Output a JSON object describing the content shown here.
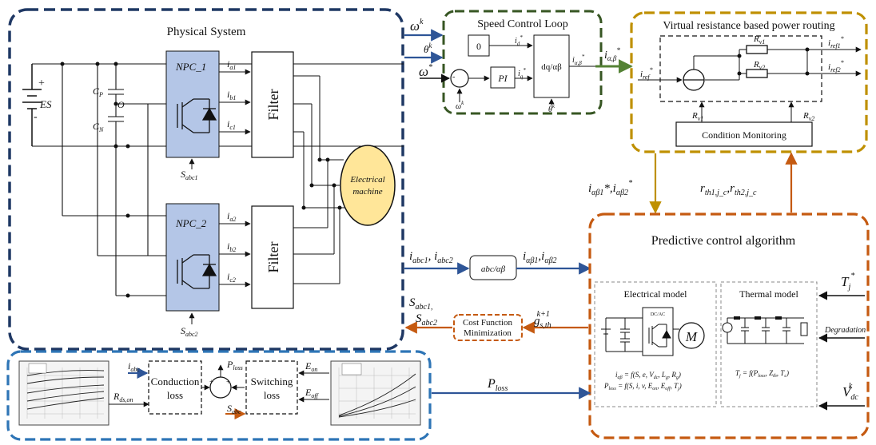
{
  "physical": {
    "title": "Physical System",
    "es": "ES",
    "plus": "+",
    "minus": "-",
    "cp": "C",
    "cp_sub": "P",
    "o": "O",
    "cn": "C",
    "cn_sub": "N",
    "npc1": "NPC_1",
    "npc2": "NPC_2",
    "filter1": "Filter",
    "filter2": "Filter",
    "machine1": "Electrical",
    "machine2": "machine",
    "ia1": "i",
    "ia1_sub": "a1",
    "ib1": "i",
    "ib1_sub": "b1",
    "ic1": "i",
    "ic1_sub": "c1",
    "ia2": "i",
    "ia2_sub": "a2",
    "ib2": "i",
    "ib2_sub": "b2",
    "ic2": "i",
    "ic2_sub": "c2",
    "sabc1": "S",
    "sabc1_sub": "abc1",
    "sabc2": "S",
    "sabc2_sub": "abc2"
  },
  "speed": {
    "title": "Speed Control Loop",
    "zero": "0",
    "pi": "PI",
    "dq": "dq/αβ",
    "in_omega_k": "ω",
    "in_omega_k_sup": "k",
    "in_theta": "θ",
    "in_theta_sup": "k",
    "in_omega_star": "ω",
    "in_omega_star_sup": "*",
    "id": "i",
    "id_sub": "d",
    "id_sup": "*",
    "iq": "i",
    "iq_sub": "q",
    "iq_sup": "*",
    "iab": "i",
    "iab_sub": "α,β",
    "iab_sup": "*",
    "omega_fb": "ω",
    "omega_fb_sup": "k",
    "theta_fb": "θ",
    "theta_fb_sup": "k",
    "minus": "-",
    "plus": "+"
  },
  "routing": {
    "title": "Virtual resistance based power routing",
    "in": "i",
    "in_sub": "ref",
    "in_sup": "*",
    "iab_star": "i",
    "iab_star_sub": "α,β",
    "iab_star_sup": "*",
    "rv1": "R",
    "rv1_sub": "v1",
    "rv2": "R",
    "rv2_sub": "v2",
    "out1": "i",
    "out1_sub": "ref1",
    "out1_sup": "*",
    "out2": "i",
    "out2_sub": "ref2",
    "out2_sup": "*",
    "rv1b": "R",
    "rv1b_sub": "v1",
    "rv2b": "R",
    "rv2b_sub": "v2",
    "condition": "Condition Monitoring"
  },
  "links": {
    "iab12_star": "i",
    "iab12_star_sub1": "αβ1",
    "iab12_star_mid": "*,i",
    "iab12_star_sub2": "αβ2",
    "iab12_star_sup": "*",
    "rth": "r",
    "rth_sub1": "th1,j_c",
    "rth_mid": ",r",
    "rth_sub2": "th2,j_c",
    "iabc": "i",
    "iabc_sub1": "abc1",
    "iabc_mid": ", i",
    "iabc_sub2": "abc2",
    "abc_ab": "abc/αβ",
    "iab12": "i",
    "iab12_sub1": "αβ1",
    "iab12_mid": ",i",
    "iab12_sub2": "αβ2",
    "sabc_top": "S",
    "sabc_top_sub": "abc1,",
    "sabc_bot": "S",
    "sabc_bot_sub": "abc2",
    "cost1": "Cost Function",
    "cost2": "Minimization",
    "g": "g",
    "g_sub": "s,th",
    "g_sup": "k+1",
    "ploss": "P",
    "ploss_sub": "loss"
  },
  "predictive": {
    "title": "Predictive control algorithm",
    "electrical": "Electrical model",
    "thermal": "Thermal model",
    "dcac": "DC/AC",
    "m": "M",
    "eq1": "i",
    "eq1_sub": "αβ",
    "eq1_rest": " = f(S, e, V",
    "eq1_sub2": "dc",
    "eq1_rest2": ", L",
    "eq1_sub3": "g",
    "eq1_rest3": ", R",
    "eq1_sub4": "g",
    "eq1_end": ")",
    "eq2": "P",
    "eq2_sub": "loss",
    "eq2_rest": " = f(S, i, v, E",
    "eq2_sub2": "on",
    "eq2_rest2": ", E",
    "eq2_sub3": "off",
    "eq2_rest3": ", T",
    "eq2_sub4": "j",
    "eq2_end": ")",
    "eq3": "T",
    "eq3_sub": "j",
    "eq3_rest": " = f(P",
    "eq3_sub2": "loss",
    "eq3_rest2": ", Z",
    "eq3_sub3": "th",
    "eq3_rest3": ", T",
    "eq3_sub4": "c",
    "eq3_end": ")",
    "tj": "T",
    "tj_sub": "j",
    "tj_sup": "*",
    "degradation": "Degradation",
    "vdc": "V",
    "vdc_sub": "dc",
    "vdc_sup": "k"
  },
  "loss": {
    "iabc": "i",
    "iabc_sub": "abc",
    "conduction1": "Conduction",
    "conduction2": "loss",
    "ploss": "P",
    "ploss_sub": "loss",
    "switching1": "Switching",
    "switching2": "loss",
    "eon": "E",
    "eon_sub": "on",
    "eoff": "E",
    "eoff_sub": "off",
    "sabc": "S",
    "sabc_sub": "abc",
    "rds": "R",
    "rds_sub": "ds,on",
    "plus1": "+",
    "plus2": "+"
  },
  "colors": {
    "navy": "#1f3864",
    "green": "#375623",
    "gold": "#bf9000",
    "orange": "#c55a11",
    "blue_dash": "#2e75b6",
    "npc_fill": "#b4c6e7",
    "machine_fill": "#ffe699",
    "arrow_blue": "#2e5597",
    "arrow_green": "#548235",
    "arrow_orange": "#c55a11"
  }
}
